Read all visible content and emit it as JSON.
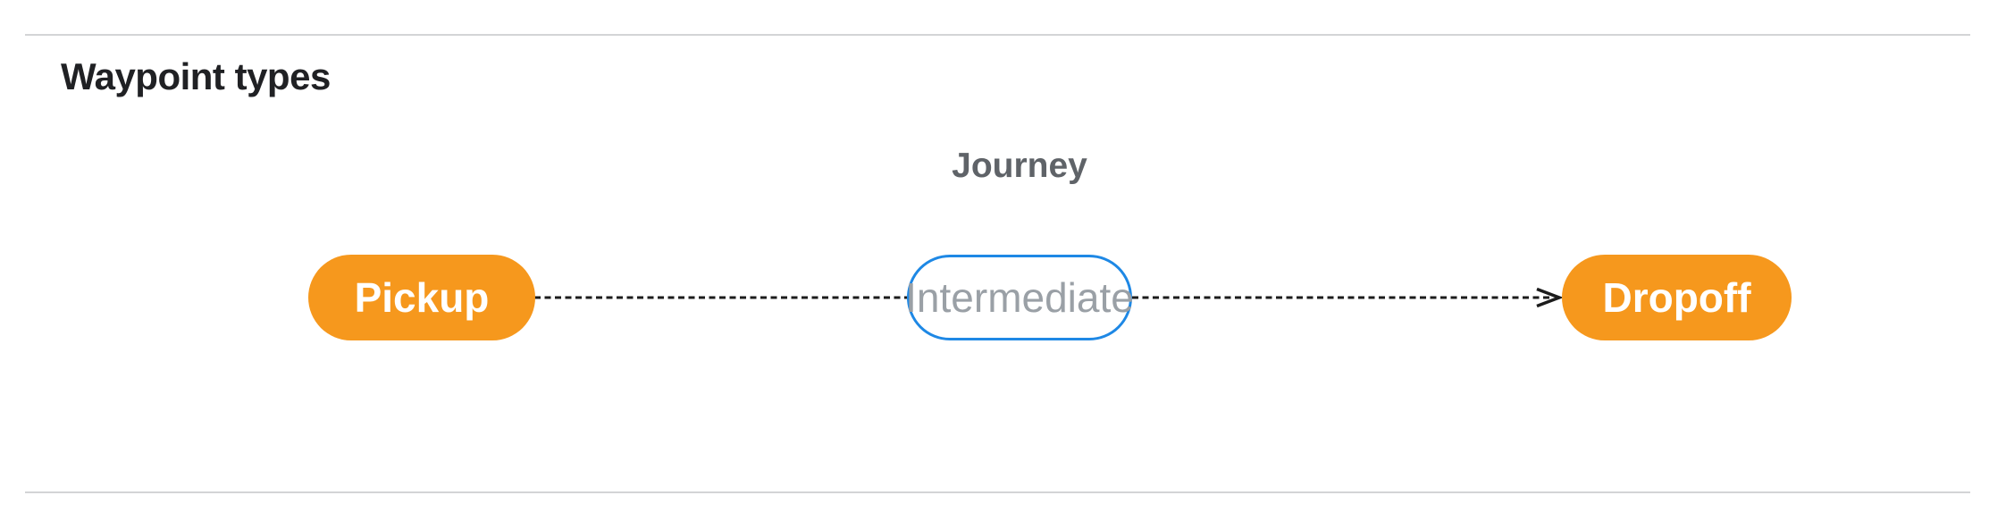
{
  "colors": {
    "background": "#ffffff",
    "divider": "#d3d4d6",
    "heading_text": "#202124",
    "diagram_title_text": "#5f6368",
    "terminal_fill": "#f6981d",
    "terminal_text": "#ffffff",
    "intermediate_fill": "#ffffff",
    "intermediate_border": "#1e88e5",
    "intermediate_text": "#9aa0a6",
    "edge_stroke": "#1c1c1c"
  },
  "section": {
    "title": "Waypoint types"
  },
  "diagram": {
    "title": "Journey",
    "nodes": [
      {
        "id": "pickup",
        "label": "Pickup",
        "kind": "terminal"
      },
      {
        "id": "intermediate",
        "label": "Intermediate",
        "kind": "intermediate"
      },
      {
        "id": "dropoff",
        "label": "Dropoff",
        "kind": "terminal"
      }
    ],
    "edges": [
      {
        "from": "pickup",
        "to": "intermediate",
        "style": "dashed",
        "arrowhead": false
      },
      {
        "from": "intermediate",
        "to": "dropoff",
        "style": "dashed",
        "arrowhead": true
      }
    ]
  }
}
